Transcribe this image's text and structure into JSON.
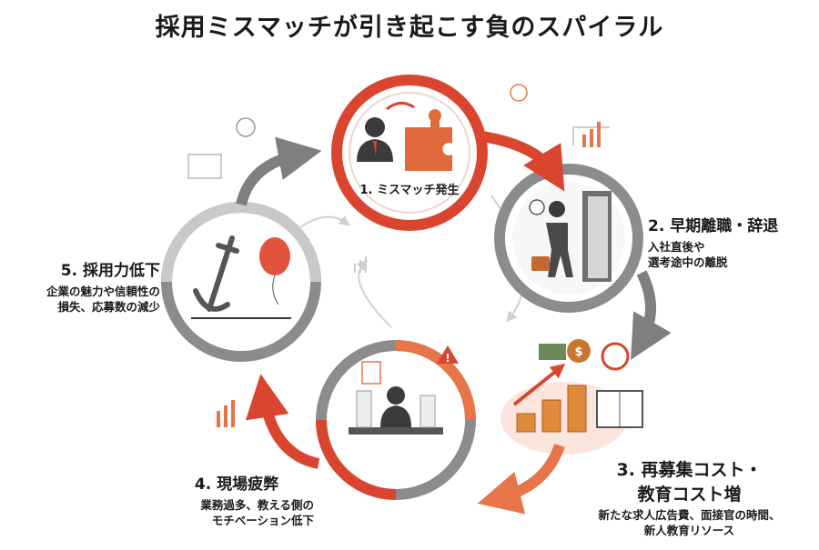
{
  "title": "採用ミスマッチが引き起こす負のスパイラル",
  "steps": [
    {
      "heading": "1. ミスマッチ発生"
    },
    {
      "heading": "2. 早期離職・辞退",
      "desc": [
        "入社直後や",
        "選考途中の離脱"
      ]
    },
    {
      "heading": [
        "3. 再募集コスト・",
        "教育コスト増"
      ],
      "desc": [
        "新たな求人広告費、面接官の時間、",
        "新人教育リソース"
      ]
    },
    {
      "heading": "4. 現場疲弊",
      "desc": [
        "業務過多、教える側の",
        "モチベーション低下"
      ]
    },
    {
      "heading": "5. 採用力低下",
      "desc": [
        "企業の魅力や信頼性の",
        "損失、応募数の減少"
      ]
    }
  ],
  "colors": {
    "red": "#d9452e",
    "orange": "#e8744a",
    "gray": "#8a8c8e",
    "light_gray": "#c8c9ca"
  }
}
